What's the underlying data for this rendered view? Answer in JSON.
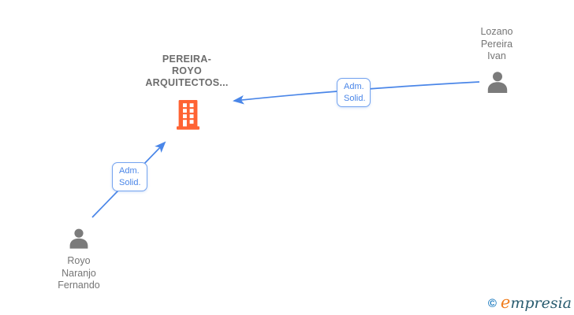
{
  "diagram": {
    "company": {
      "name": "PEREIRA-\nROYO\nARQUITECTOS...",
      "icon": "building-icon"
    },
    "persons": [
      {
        "name": "Lozano\nPereira\nIvan",
        "icon": "person-icon"
      },
      {
        "name": "Royo\nNaranjo\nFernando",
        "icon": "person-icon"
      }
    ],
    "edges": [
      {
        "from": "Lozano Pereira Ivan",
        "to": "PEREIRA-ROYO ARQUITECTOS...",
        "label": "Adm.\nSolid."
      },
      {
        "from": "Royo Naranjo Fernando",
        "to": "PEREIRA-ROYO ARQUITECTOS...",
        "label": "Adm.\nSolid."
      }
    ],
    "colors": {
      "edge_blue": "#4a86e8",
      "edge_box_border": "#74a3ef",
      "building_orange": "#ff6333",
      "person_gray": "#7b7b7b",
      "label_gray": "#757575",
      "company_label_gray": "#6c6c6c"
    }
  },
  "watermark": {
    "copyright_symbol": "©",
    "brand_first_letter": "e",
    "brand_rest": "mpresia"
  }
}
